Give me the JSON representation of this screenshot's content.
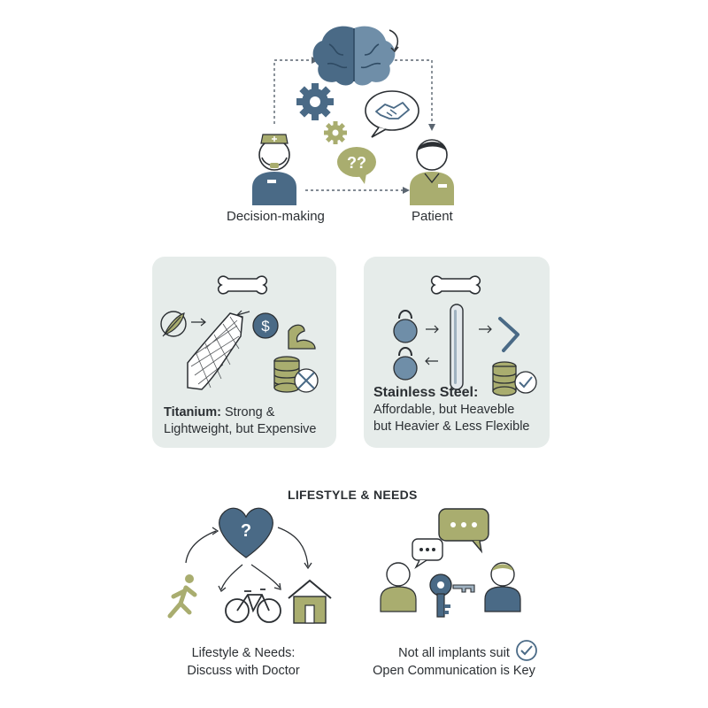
{
  "top": {
    "left_label": "Decision-making",
    "right_label": "Patient",
    "bubble_text": "??"
  },
  "titanium_card": {
    "title": "Titanium:",
    "line1_rest": "Strong &",
    "line2": "Lightweight, but Expensive"
  },
  "steel_card": {
    "title": "Stainless Steel:",
    "line2": "Affordable, but Heaveble",
    "line3": "but Heavier & Less Flexible"
  },
  "lifestyle": {
    "section_title": "LIFESTYLE & NEEDS",
    "left_caption_1": "Lifestyle & Needs:",
    "left_caption_2": "Discuss with Doctor",
    "right_caption_1": "Not all implants suit",
    "right_caption_2": "Open Communication is Key",
    "heart_symbol": "?"
  },
  "colors": {
    "navy": "#4a6a86",
    "olive": "#a9ad6f",
    "card_bg": "#e6ecea",
    "ink": "#2b2f33"
  },
  "icons": [
    "brain-icon",
    "gear-icon",
    "handshake-icon",
    "doctor-icon",
    "patient-icon",
    "bone-icon",
    "feather-icon",
    "mesh-implant-icon",
    "dollar-icon",
    "muscle-icon",
    "coins-icon",
    "kettlebell-icon",
    "steel-rod-icon",
    "chevron-icon",
    "heart-icon",
    "runner-icon",
    "bicycle-icon",
    "house-icon",
    "chat-bubble-icon",
    "key-icon",
    "check-icon"
  ]
}
